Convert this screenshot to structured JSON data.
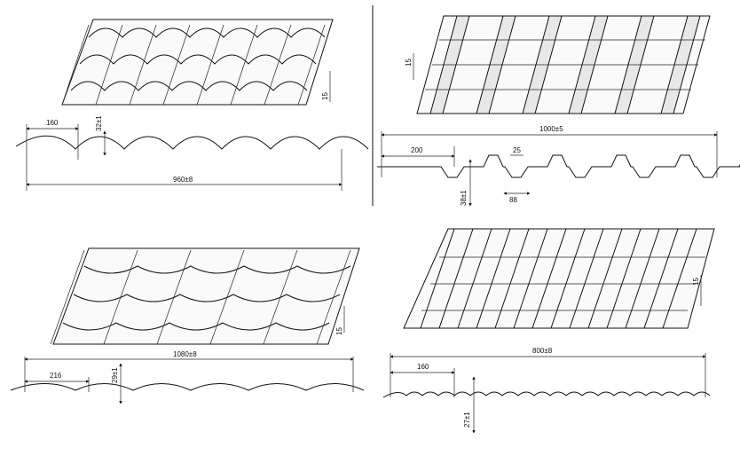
{
  "panels": [
    {
      "id": "glazed-tile-960",
      "dims": {
        "height_step": "15",
        "pitch": "160",
        "depth": "32±1",
        "width": "960±8"
      }
    },
    {
      "id": "trapezoid-1000",
      "dims": {
        "height_step": "15",
        "top": "25",
        "pitch": "200",
        "depth": "38±1",
        "base": "88",
        "width": "1000±5"
      }
    },
    {
      "id": "wave-tile-1080",
      "dims": {
        "height_step": "15",
        "pitch": "216",
        "depth": "29±1",
        "width": "1080±8"
      }
    },
    {
      "id": "glazed-tile-800",
      "dims": {
        "height_step": "15",
        "pitch": "160",
        "depth": "27±1",
        "width": "800±8"
      }
    }
  ]
}
